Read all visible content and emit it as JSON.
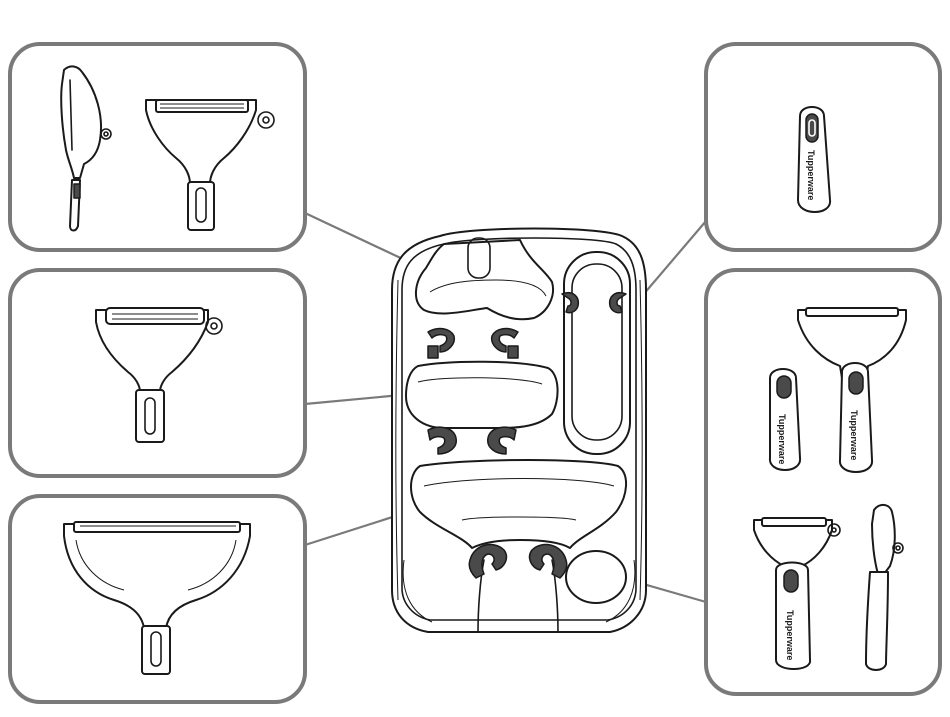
{
  "brand": {
    "wordmark": "Tupperware"
  },
  "colors": {
    "panel_border": "#7a7a7a",
    "line_art": "#1a1a1a",
    "clip_fill": "#4a4a4a",
    "background": "#ffffff"
  },
  "panels": [
    {
      "id": "top-left",
      "content": "peeler-head-side-and-front"
    },
    {
      "id": "middle-left",
      "content": "small-peeler-head"
    },
    {
      "id": "bottom-left",
      "content": "wide-peeler-head"
    },
    {
      "id": "top-right",
      "content": "handle"
    },
    {
      "id": "bottom-right",
      "content": "assembled-peelers-and-handles"
    }
  ],
  "storage_tray": {
    "slots": [
      "head-slot-1",
      "head-slot-2",
      "head-slot-3",
      "handle-slot",
      "small-slot"
    ]
  }
}
